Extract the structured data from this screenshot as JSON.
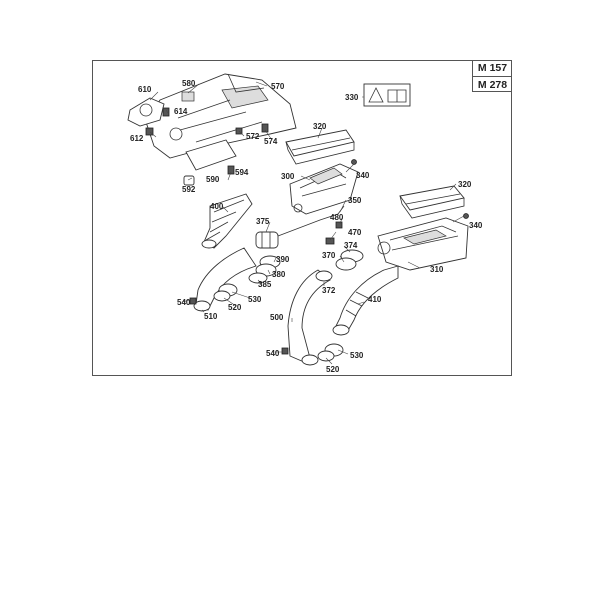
{
  "engine_models": [
    "M 157",
    "M 278"
  ],
  "parts": {
    "p610": "610",
    "p580": "580",
    "p570": "570",
    "p614": "614",
    "p612": "612",
    "p572": "572",
    "p574": "574",
    "p330": "330",
    "p320a": "320",
    "p320b": "320",
    "p590": "590",
    "p592": "592",
    "p594": "594",
    "p300": "300",
    "p340a": "340",
    "p340b": "340",
    "p400": "400",
    "p375": "375",
    "p350": "350",
    "p480": "480",
    "p470": "470",
    "p374": "374",
    "p370": "370",
    "p390": "390",
    "p380": "380",
    "p385": "385",
    "p530a": "530",
    "p530b": "530",
    "p520a": "520",
    "p520b": "520",
    "p510": "510",
    "p540a": "540",
    "p540b": "540",
    "p310": "310",
    "p372": "372",
    "p410": "410",
    "p500": "500"
  }
}
